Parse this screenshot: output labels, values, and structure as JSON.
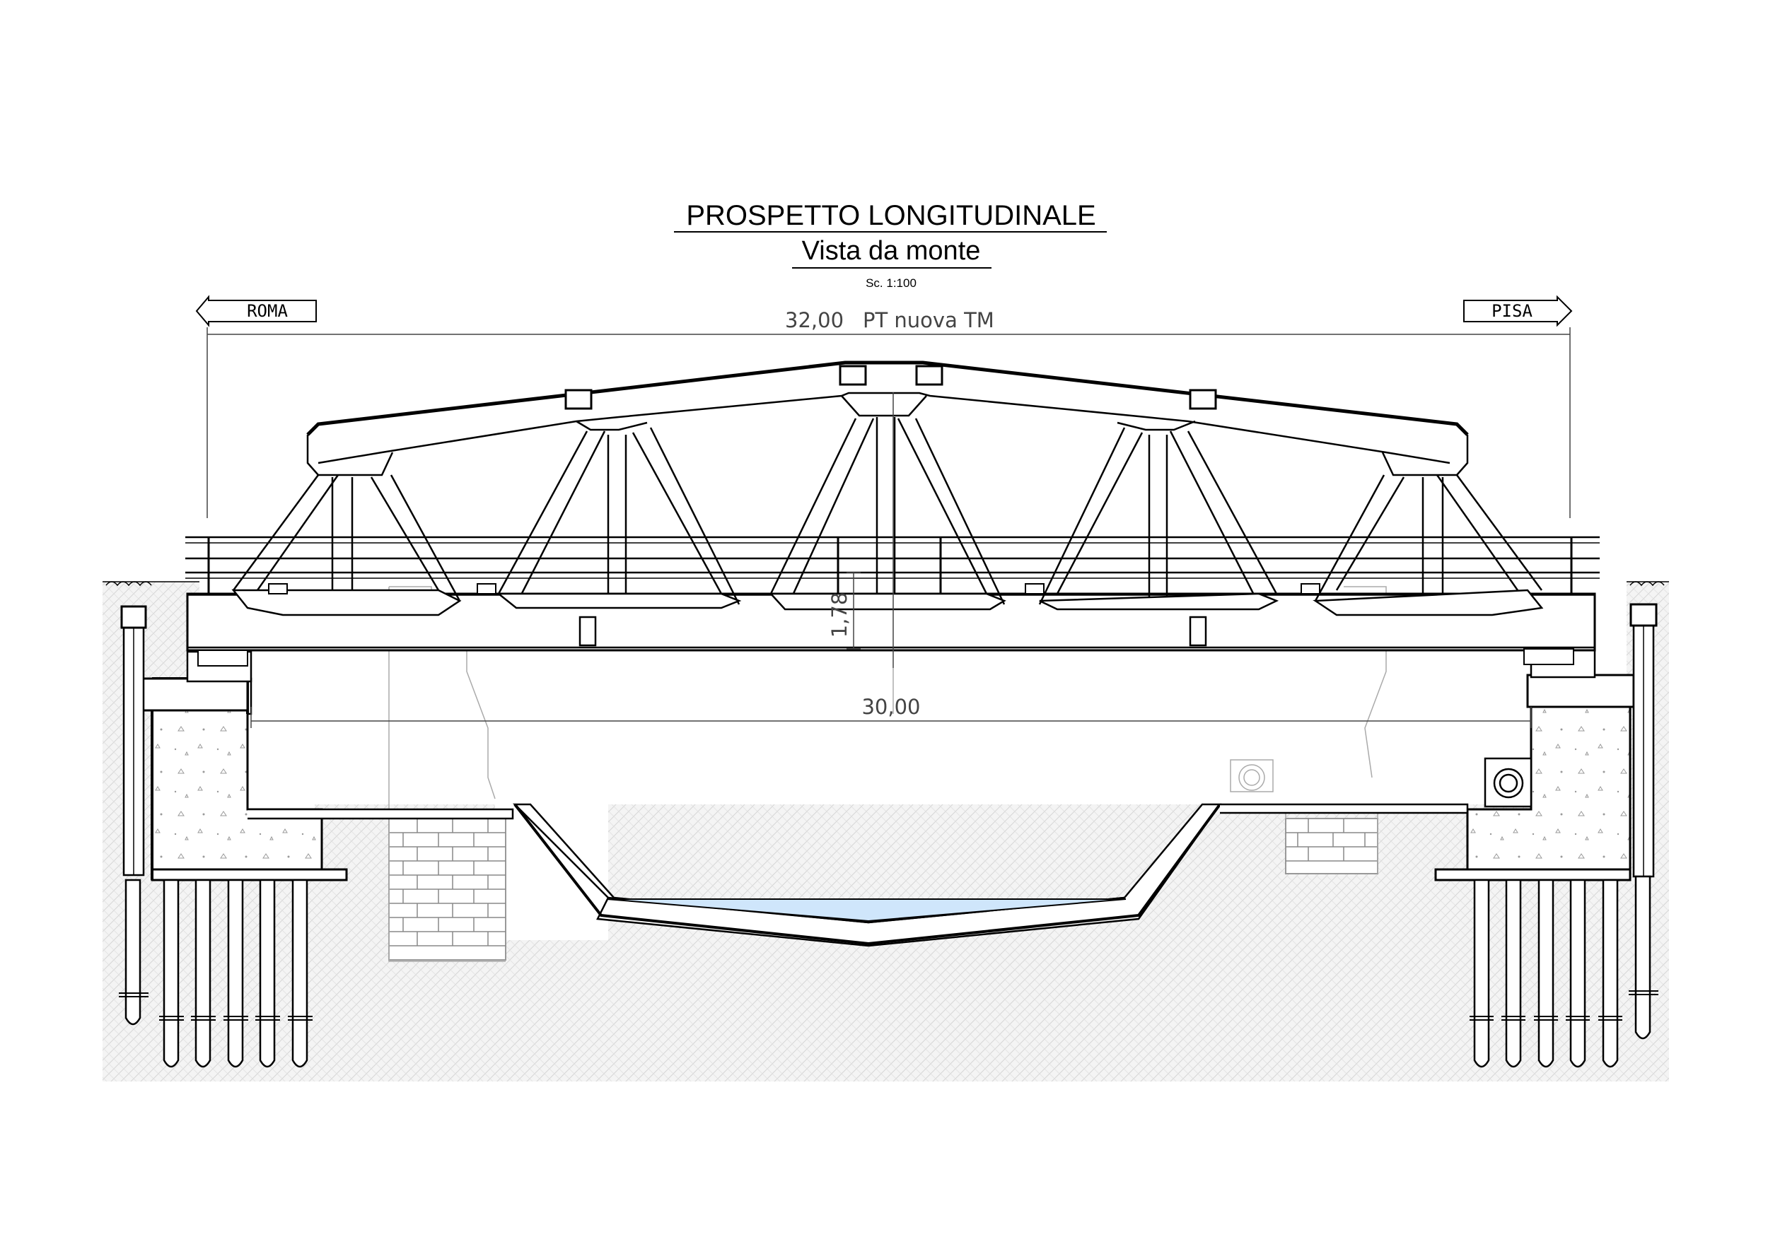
{
  "title": "PROSPETTO LONGITUDINALE",
  "subtitle": "Vista da monte",
  "scale": "Sc. 1:100",
  "directions": {
    "left": "ROMA",
    "right": "PISA"
  },
  "dimensions": {
    "total_length": "32,00",
    "total_length_note": "PT   nuova TM",
    "span": "30,00",
    "deck_height": "1,78"
  },
  "colors": {
    "water": "#cfe6fb",
    "ink": "#000000",
    "dim": "#444444"
  }
}
